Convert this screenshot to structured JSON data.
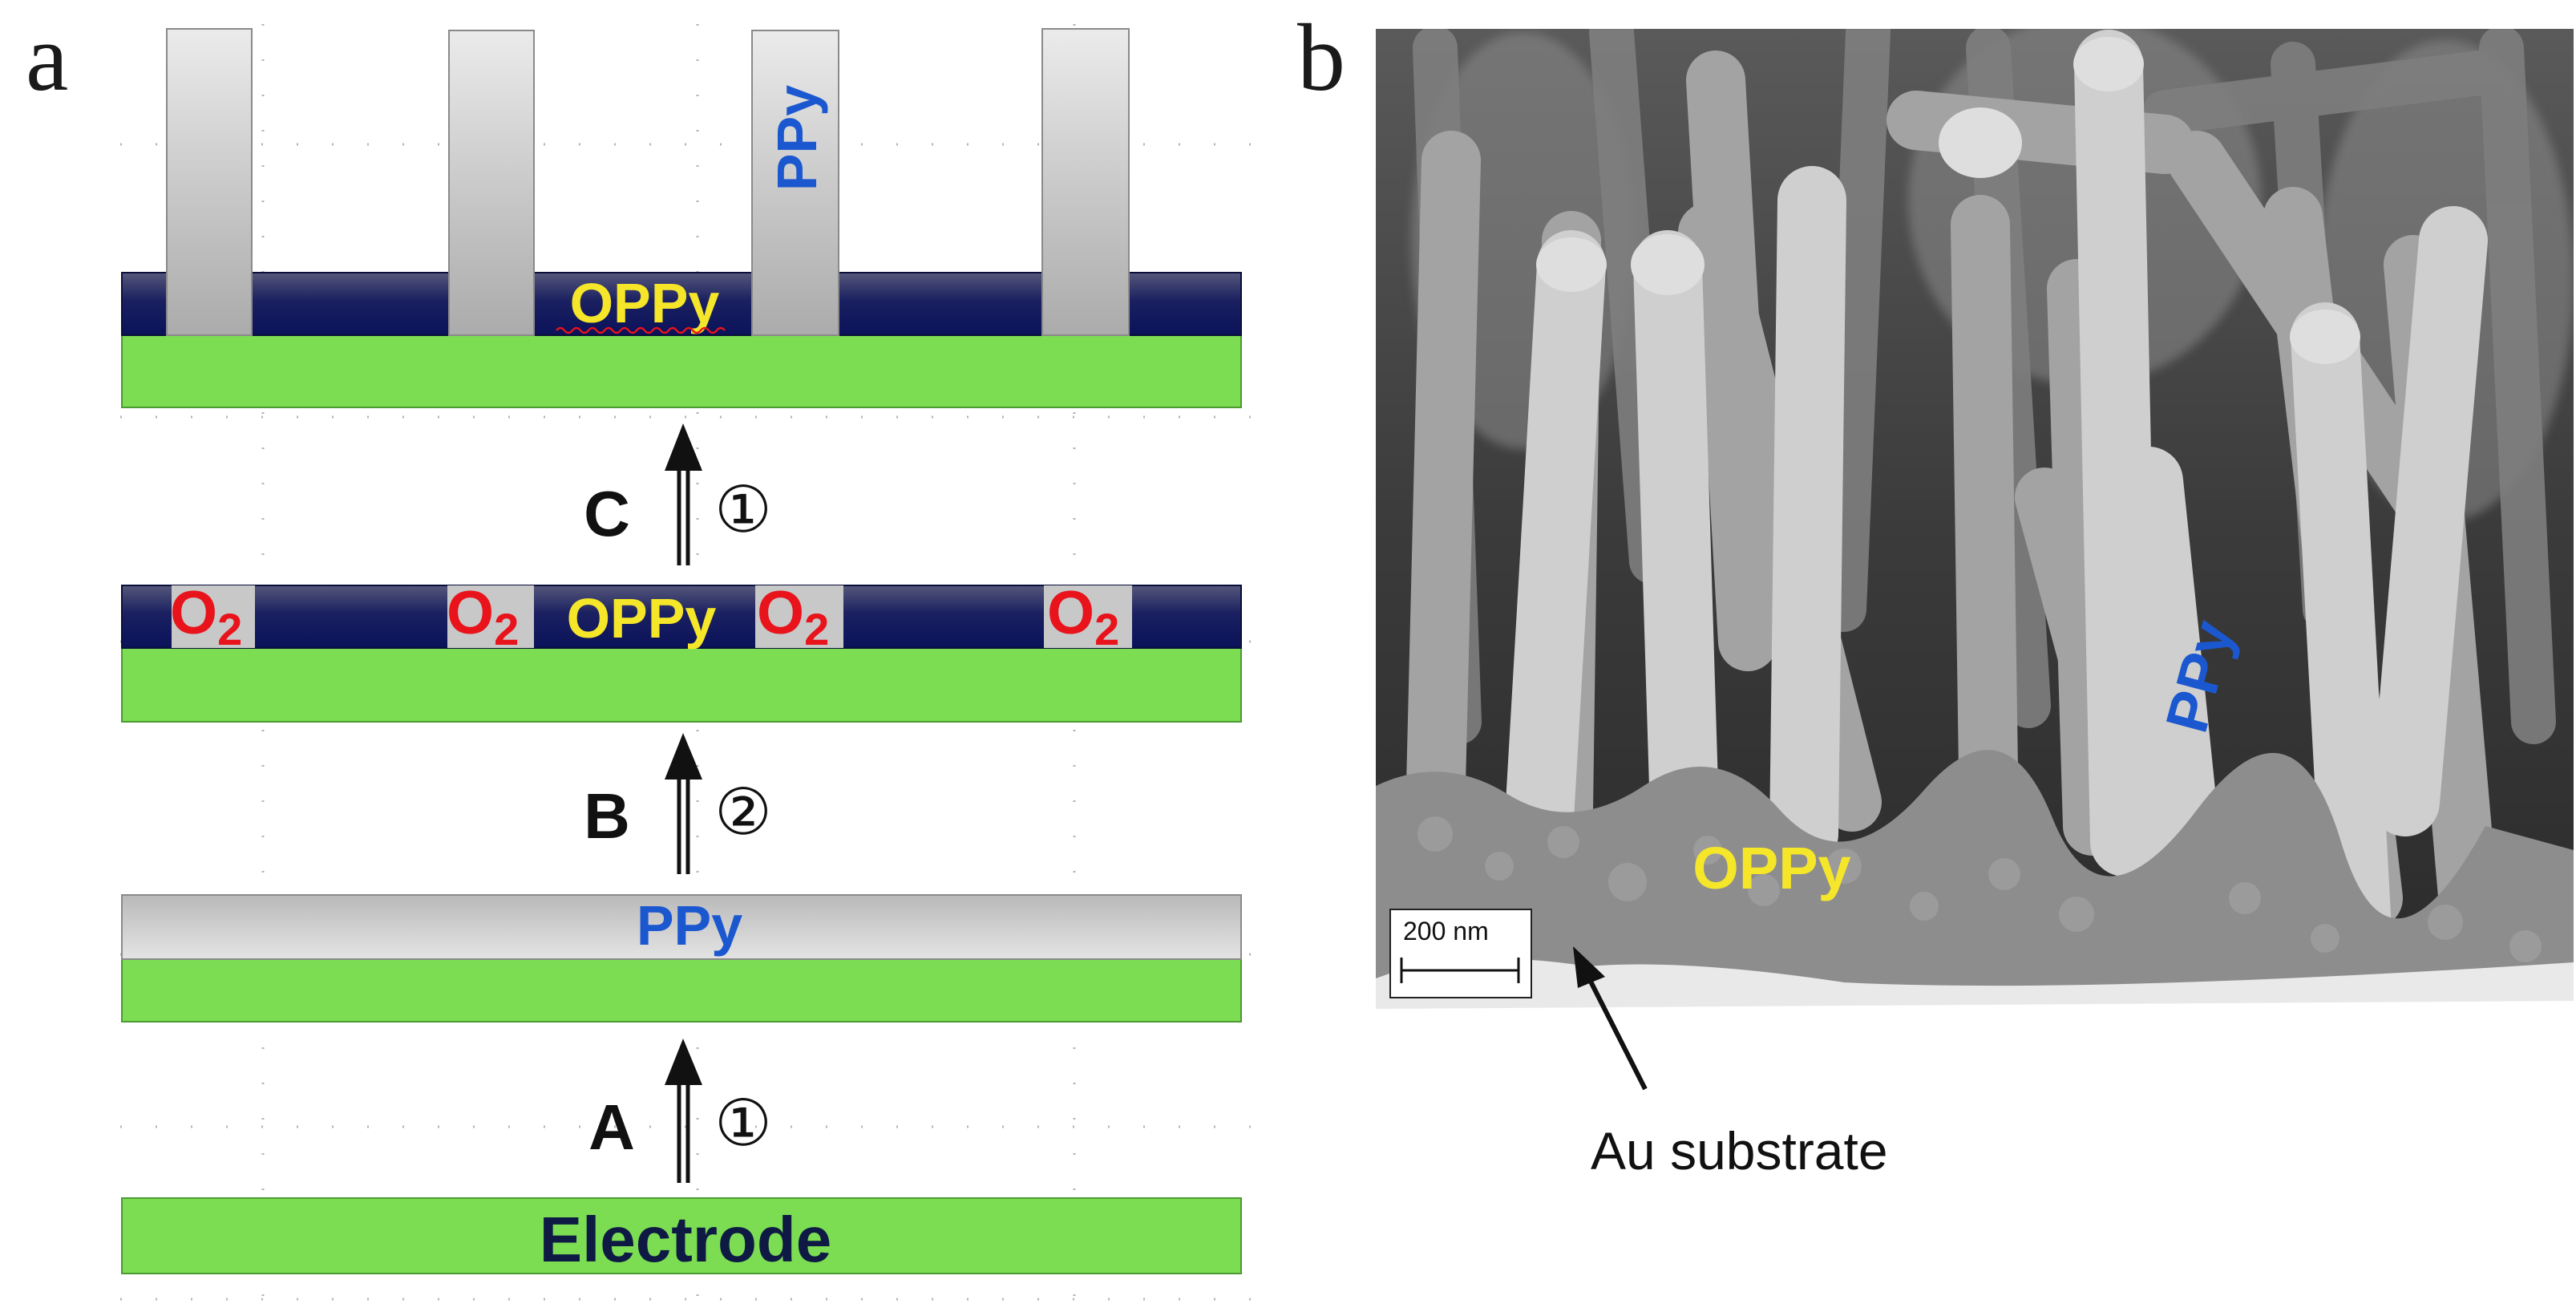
{
  "panel_a": {
    "letter": "a",
    "layers": {
      "electrode": "Electrode",
      "ppy_film": "PPy",
      "oppy_step2": "OPPy",
      "o2": "O",
      "o2_sub": "2",
      "oppy_top": "OPPy",
      "ppy_wire": "PPy"
    },
    "steps": [
      {
        "letter": "A",
        "symbol": "①"
      },
      {
        "letter": "B",
        "symbol": "②"
      },
      {
        "letter": "C",
        "symbol": "①"
      }
    ]
  },
  "panel_b": {
    "letter": "b",
    "labels": {
      "ppy": "PPy",
      "oppy": "OPPy",
      "scale_bar": "200 nm",
      "substrate": "Au substrate"
    }
  },
  "colors": {
    "electrode_green": "#7CDD52",
    "oppy_navy": "#121B5E",
    "ppy_gray": "#C9C9C9",
    "oxygen_red": "#E8131B",
    "oppy_yellow": "#F5E62A",
    "ppy_blue": "#1B58D0",
    "electrode_text": "#0E1A44"
  }
}
